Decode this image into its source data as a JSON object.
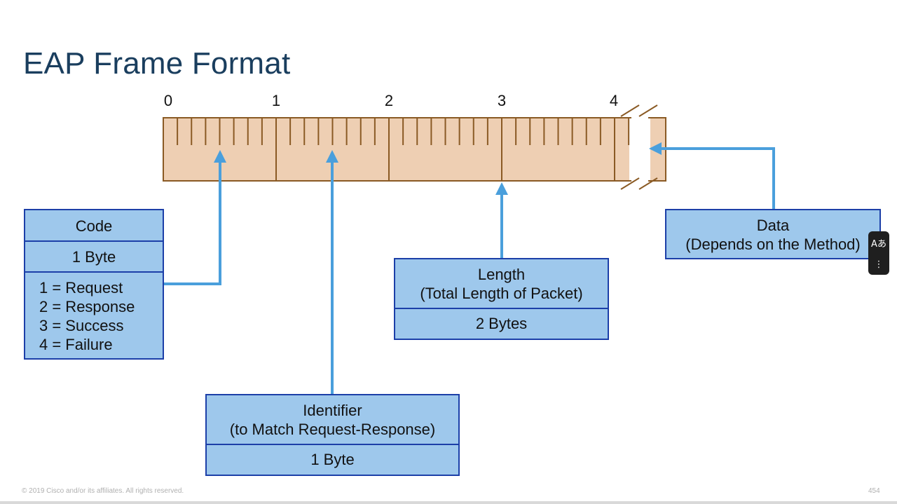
{
  "title": "EAP Frame Format",
  "ruler": {
    "labels": [
      "0",
      "1",
      "2",
      "3",
      "4"
    ],
    "colors": {
      "fill": "#eecfb3",
      "stroke": "#8a5a24"
    }
  },
  "boxes": {
    "code": {
      "header": "Code",
      "size": "1 Byte",
      "values": [
        "1 = Request",
        "2 = Response",
        "3 = Success",
        "4 = Failure"
      ]
    },
    "identifier": {
      "header_line1": "Identifier",
      "header_line2": "(to Match Request-Response)",
      "size": "1 Byte"
    },
    "length": {
      "header_line1": "Length",
      "header_line2": "(Total Length of Packet)",
      "size": "2 Bytes"
    },
    "data": {
      "header_line1": "Data",
      "header_line2": "(Depends on the Method)"
    }
  },
  "colors": {
    "box_fill": "#9ec8ec",
    "box_border": "#1c3fa8",
    "arrow": "#4a9fdc",
    "title": "#1a3e5e"
  },
  "footer": {
    "copyright": "© 2019  Cisco and/or its affiliates. All rights reserved.",
    "page": "454"
  },
  "toolbar": {
    "translate_icon": "translate-icon",
    "more_icon": "more-vertical-icon"
  }
}
